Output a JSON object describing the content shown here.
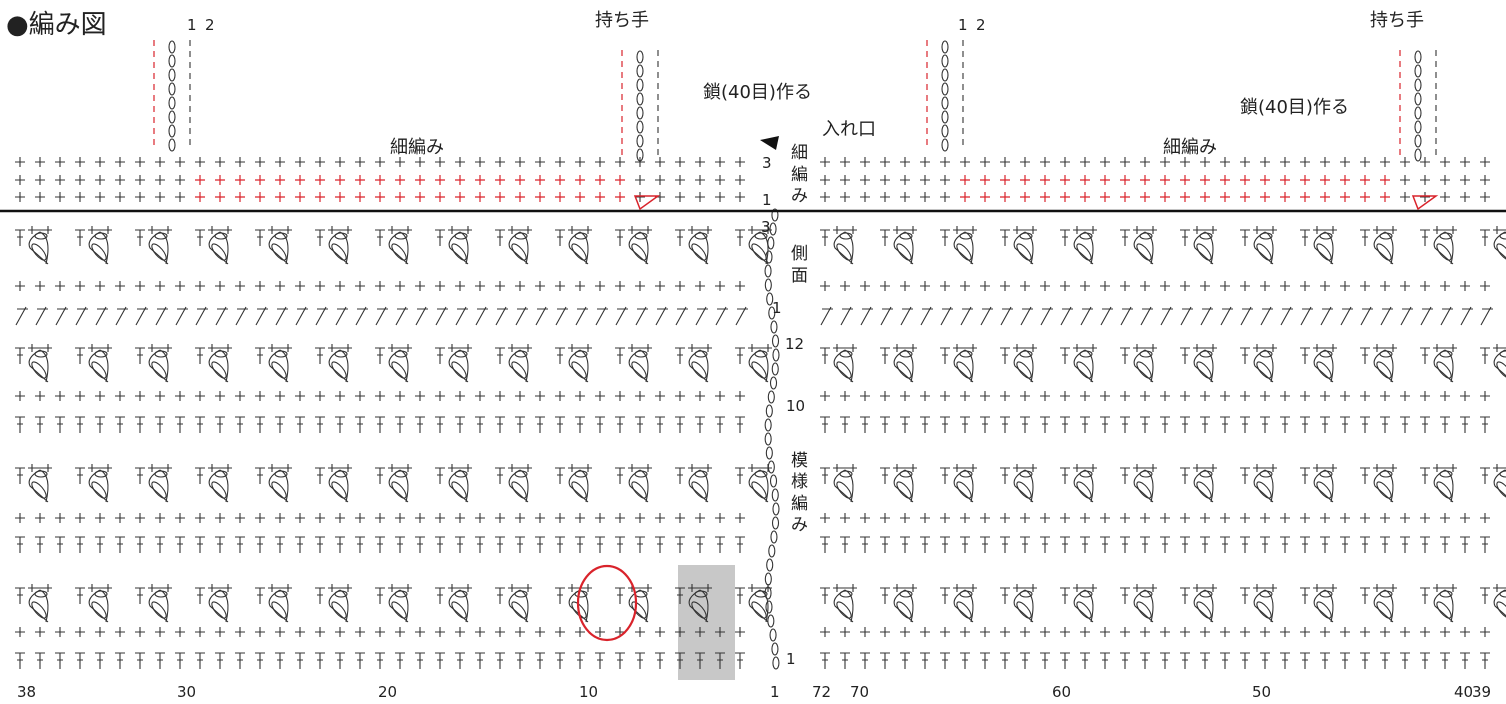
{
  "title": "●編み図",
  "labels": {
    "handle_left": "持ち手",
    "handle_right": "持ち手",
    "chain_left": "鎖(40目)作る",
    "chain_right": "鎖(40目)作る",
    "sc_left": "細編み",
    "sc_right": "細編み",
    "opening": "入れ口",
    "sc_vertical": [
      "細",
      "編",
      "み"
    ],
    "side_vertical": [
      "側",
      "面"
    ],
    "pattern_vertical": [
      "模",
      "様",
      "編",
      "み"
    ],
    "handle_rows_left": [
      "1",
      "2"
    ],
    "handle_rows_right": [
      "1",
      "2"
    ]
  },
  "row_numbers": {
    "top_sc": [
      "3",
      "1"
    ],
    "side_top": "3",
    "side": [
      "1",
      "12",
      "10",
      "1"
    ]
  },
  "stitch_numbers_bottom": [
    "38",
    "30",
    "20",
    "10",
    "1",
    "72",
    "70",
    "60",
    "50",
    "40",
    "39"
  ],
  "colors": {
    "line": "#333333",
    "accent": "#d9232b",
    "highlight": "#c8c8c8"
  },
  "icons": [
    "start-triangle-icon",
    "end-marker-icon"
  ]
}
